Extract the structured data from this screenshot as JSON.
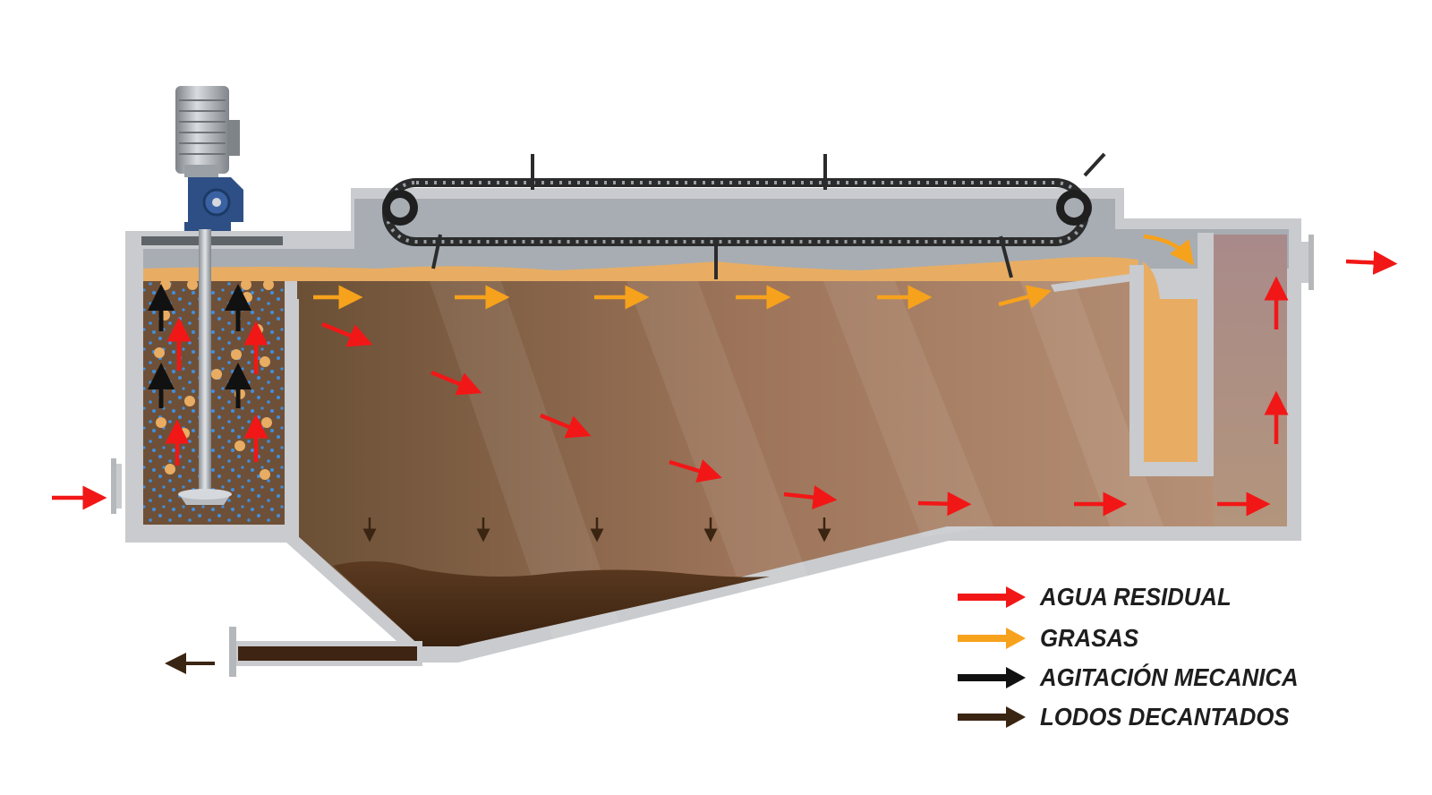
{
  "legend": {
    "items": [
      {
        "label": "AGUA RESIDUAL",
        "color": "#f21717"
      },
      {
        "label": "GRASAS",
        "color": "#f7a21c"
      },
      {
        "label": "AGITACIÓN MECANICA",
        "color": "#111111"
      },
      {
        "label": "LODOS DECANTADOS",
        "color": "#3a2412"
      }
    ]
  },
  "colors": {
    "tank_wall": "#c9cbce",
    "cover": "#a7adb3",
    "water_dark": "#6b5036",
    "water_light": "#b48a6c",
    "grease": "#e8ad63",
    "sludge": "#3e2412",
    "motor": "#9ea3a8",
    "gearbox": "#2d4f86",
    "bubble": "#3f8fe0",
    "outlet_chamber": "#ab8a88"
  },
  "icons": [
    "motor-icon",
    "gearbox-icon",
    "chain-conveyor-icon",
    "sprocket-icon",
    "flange-icon",
    "impeller-icon"
  ]
}
